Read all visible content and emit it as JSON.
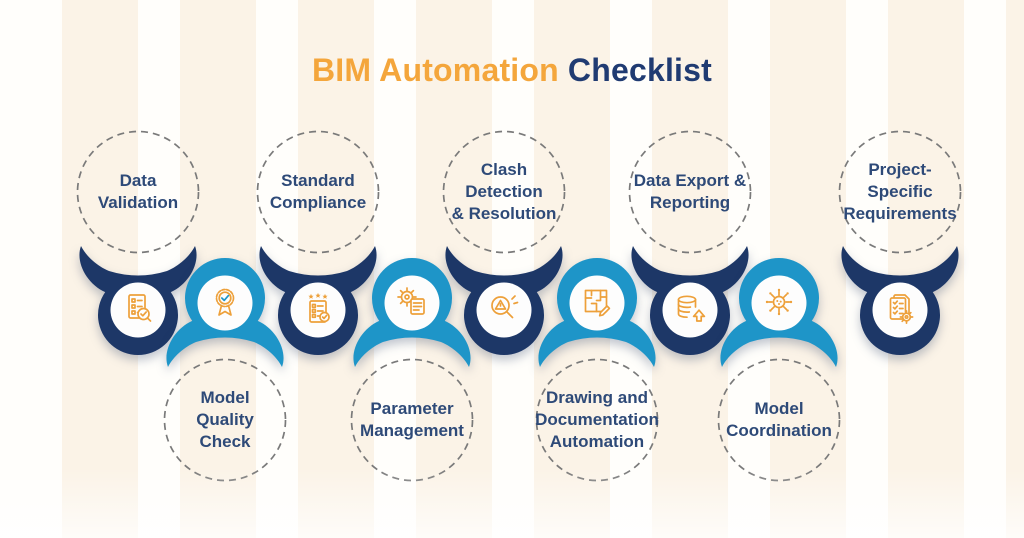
{
  "title": {
    "highlight": "BIM Automation",
    "rest": "Checklist"
  },
  "colors": {
    "navy_claw": "#1D3767",
    "teal_claw": "#1E95C8",
    "icon_orange": "#EDA03A",
    "title_orange": "#F4A63C",
    "title_navy": "#203B72",
    "label_navy": "#2E4A78",
    "stripe_cream": "#FBF3E7",
    "background": "#FFFEFB",
    "dash_gray": "#7A7A7A"
  },
  "steps": [
    {
      "label": "Data\nValidation",
      "row": "top",
      "icon": "document-checklist-search"
    },
    {
      "label": "Model\nQuality\nCheck",
      "row": "bottom",
      "icon": "award-badge-check"
    },
    {
      "label": "Standard\nCompliance",
      "row": "top",
      "icon": "clipboard-stars-check"
    },
    {
      "label": "Parameter\nManagement",
      "row": "bottom",
      "icon": "gear-document"
    },
    {
      "label": "Clash Detection\n& Resolution",
      "row": "top",
      "icon": "magnifier-warning"
    },
    {
      "label": "Drawing and\nDocumentation\nAutomation",
      "row": "bottom",
      "icon": "floorplan-pencil"
    },
    {
      "label": "Data Export &\nReporting",
      "row": "top",
      "icon": "database-upload-arrow"
    },
    {
      "label": "Model\nCoordination",
      "row": "bottom",
      "icon": "network-nodes"
    },
    {
      "label": "Project-Specific\nRequirements",
      "row": "top",
      "icon": "document-checks-gear"
    }
  ]
}
